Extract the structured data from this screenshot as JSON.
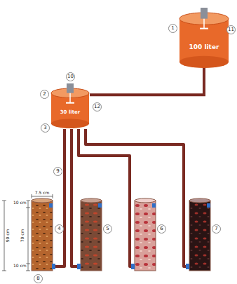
{
  "diagram": {
    "nodes": [
      {
        "text": [
          "100 liter"
        ]
      },
      {
        "text": [
          "30 liter"
        ]
      }
    ],
    "edges": [
      {
        "from": 0,
        "to": 1,
        "arrow": "none"
      }
    ],
    "labels": [
      "1",
      "11",
      "10",
      "2",
      "12",
      "3",
      "9",
      "7.5 cm",
      "90 cm",
      "10 cm",
      "70 cm",
      "10 cm",
      "4",
      "5",
      "6",
      "7",
      "8"
    ]
  }
}
